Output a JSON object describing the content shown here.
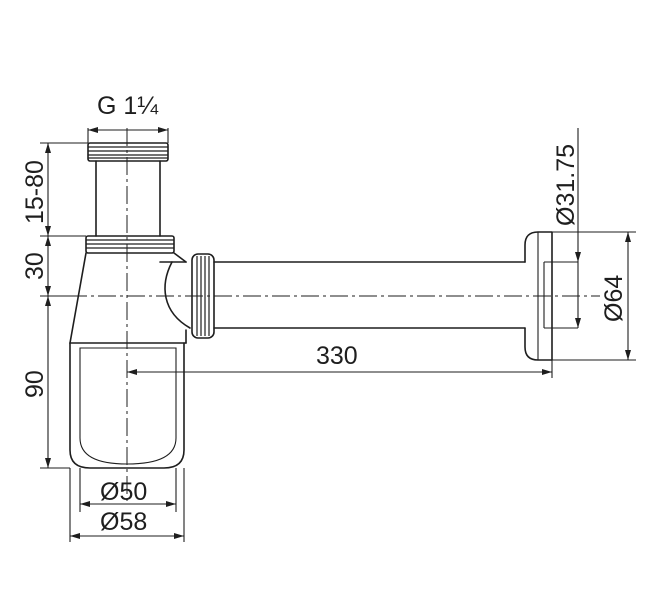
{
  "drawing": {
    "thread_label": "G 1¼",
    "dimensions": {
      "adjust_range": "15-80",
      "upper_offset": "30",
      "trap_depth": "90",
      "outlet_length": "330",
      "pipe_diameter": "Ø31.75",
      "rosette_diameter": "Ø64",
      "cup_inner_diameter": "Ø50",
      "cup_outer_diameter": "Ø58"
    }
  }
}
